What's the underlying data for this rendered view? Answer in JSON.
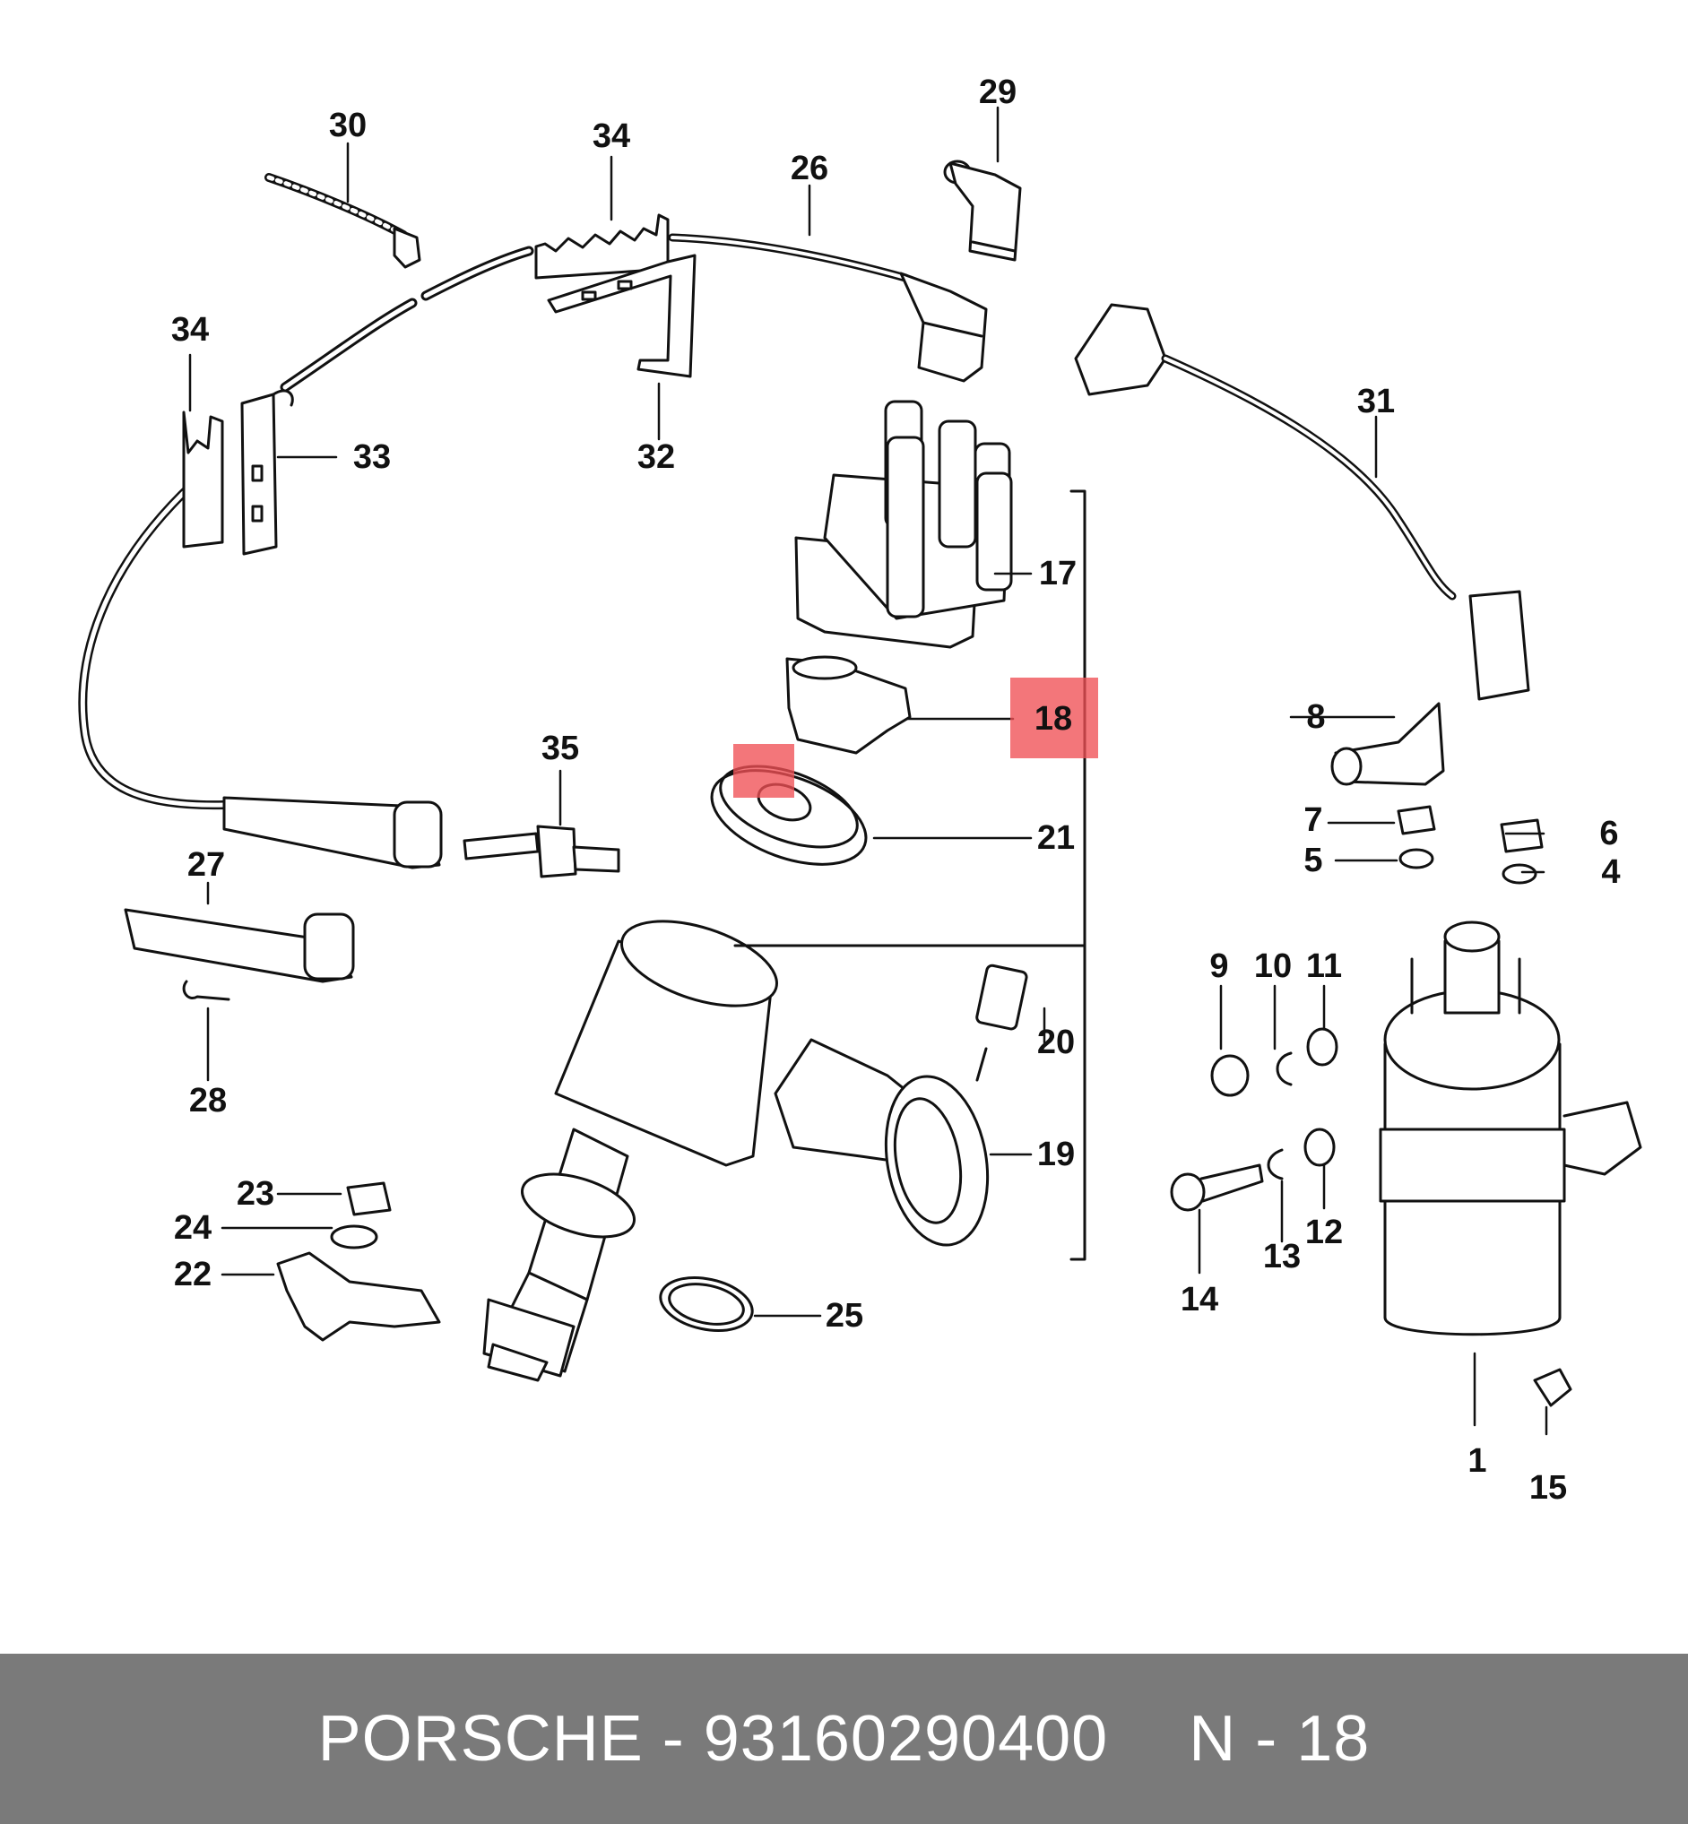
{
  "diagram": {
    "callouts": [
      {
        "id": "c30",
        "label": "30"
      },
      {
        "id": "c34a",
        "label": "34"
      },
      {
        "id": "c29",
        "label": "29"
      },
      {
        "id": "c26",
        "label": "26"
      },
      {
        "id": "c34b",
        "label": "34"
      },
      {
        "id": "c33",
        "label": "33"
      },
      {
        "id": "c32",
        "label": "32"
      },
      {
        "id": "c31",
        "label": "31"
      },
      {
        "id": "c17",
        "label": "17"
      },
      {
        "id": "c18",
        "label": "18",
        "highlighted": true
      },
      {
        "id": "c8",
        "label": "8"
      },
      {
        "id": "c35",
        "label": "35"
      },
      {
        "id": "c21",
        "label": "21"
      },
      {
        "id": "c7",
        "label": "7"
      },
      {
        "id": "c6",
        "label": "6"
      },
      {
        "id": "c5",
        "label": "5"
      },
      {
        "id": "c4",
        "label": "4"
      },
      {
        "id": "c27",
        "label": "27"
      },
      {
        "id": "c9",
        "label": "9"
      },
      {
        "id": "c10",
        "label": "10"
      },
      {
        "id": "c11",
        "label": "11"
      },
      {
        "id": "c20",
        "label": "20"
      },
      {
        "id": "c28",
        "label": "28"
      },
      {
        "id": "c19",
        "label": "19"
      },
      {
        "id": "c23",
        "label": "23"
      },
      {
        "id": "c24",
        "label": "24"
      },
      {
        "id": "c22",
        "label": "22"
      },
      {
        "id": "c25",
        "label": "25"
      },
      {
        "id": "c13",
        "label": "13"
      },
      {
        "id": "c12",
        "label": "12"
      },
      {
        "id": "c14",
        "label": "14"
      },
      {
        "id": "c1",
        "label": "1"
      },
      {
        "id": "c15",
        "label": "15"
      }
    ],
    "highlight_color": "#f05055"
  },
  "footer": {
    "brand": "PORSCHE",
    "dash": "-",
    "part_number": "93160290400",
    "ref_prefix": "N",
    "ref_dash": "-",
    "ref_number": "18"
  },
  "colors": {
    "footer_bg": "#7a7a7a",
    "footer_text": "#ffffff",
    "line": "#111111"
  }
}
